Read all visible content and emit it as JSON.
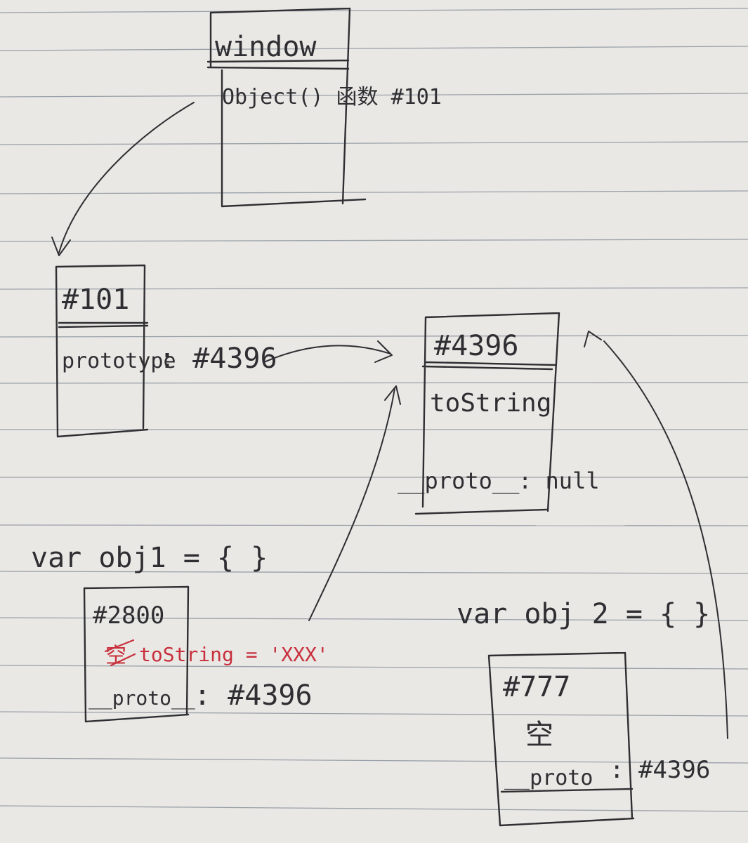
{
  "window_box": {
    "title": "window",
    "entry": "Object() 函数 #101"
  },
  "function_box": {
    "title": "#101",
    "prototype_label": "prototype",
    "prototype_value": ": #4396"
  },
  "prototype_box": {
    "title": "#4396",
    "method": "toString",
    "proto_label": "__proto__",
    "proto_value": ": null"
  },
  "obj1": {
    "declaration": "var obj1 = { }",
    "address": "#2800",
    "own_mark": "空",
    "own_property": "toString = 'XXX'",
    "proto_label": "__proto__",
    "proto_value": ": #4396"
  },
  "obj2": {
    "declaration": "var obj 2 = {   }",
    "address": "#777",
    "empty_label": "空",
    "proto_label": "__proto__",
    "proto_value": ": #4396"
  },
  "colors": {
    "paper": "#e9e8e4",
    "ink": "#2f2f33",
    "rule_lines": "#9aa0a9",
    "red_ink": "#c8303d"
  }
}
